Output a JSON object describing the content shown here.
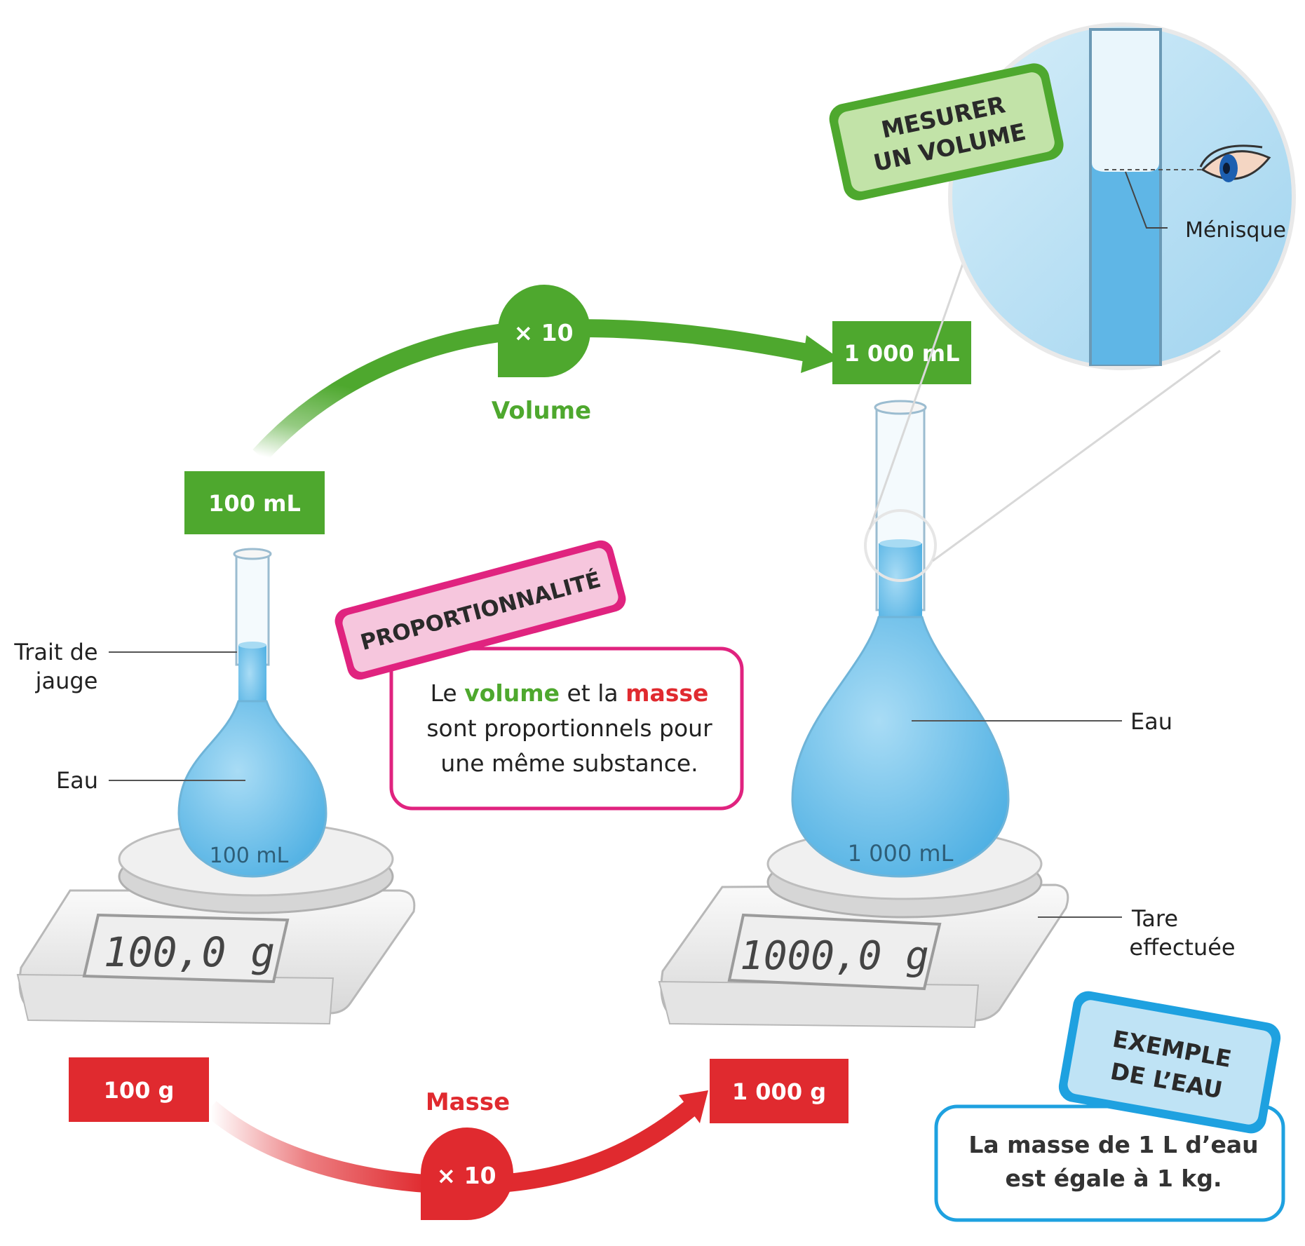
{
  "volume_section": {
    "label": "Volume",
    "factor": "× 10",
    "small_volume": "100 mL",
    "large_volume": "1 000 mL"
  },
  "mass_section": {
    "label": "Masse",
    "factor": "× 10",
    "small_mass": "100 g",
    "large_mass": "1 000 g"
  },
  "small_flask": {
    "etched_label": "100 mL",
    "trait_label_line1": "Trait de",
    "trait_label_line2": "jauge",
    "water_label": "Eau",
    "scale_display": "100,0 g"
  },
  "large_flask": {
    "etched_label": "1 000 mL",
    "water_label": "Eau",
    "tare_line1": "Tare",
    "tare_line2": "effectuée",
    "scale_display": "1000,0 g"
  },
  "measure_box": {
    "title_line1": "MESURER",
    "title_line2": "UN VOLUME",
    "meniscus_label": "Ménisque"
  },
  "proportion_box": {
    "title": "PROPORTIONNALITÉ",
    "line1_prefix": "Le ",
    "line1_volume": "volume",
    "line1_middle": " et la ",
    "line1_masse": "masse",
    "line2": "sont proportionnels pour",
    "line3": "une même substance."
  },
  "water_example": {
    "title_line1": "EXEMPLE",
    "title_line2": "DE L’EAU",
    "line1": "La masse de 1 L d’eau",
    "line2": "est égale à 1 kg."
  },
  "colors": {
    "green": "#4ea82e",
    "red": "#e02a2f",
    "pink": "#e0237f",
    "blue": "#1ea1e0",
    "water": "#74c3ec"
  }
}
